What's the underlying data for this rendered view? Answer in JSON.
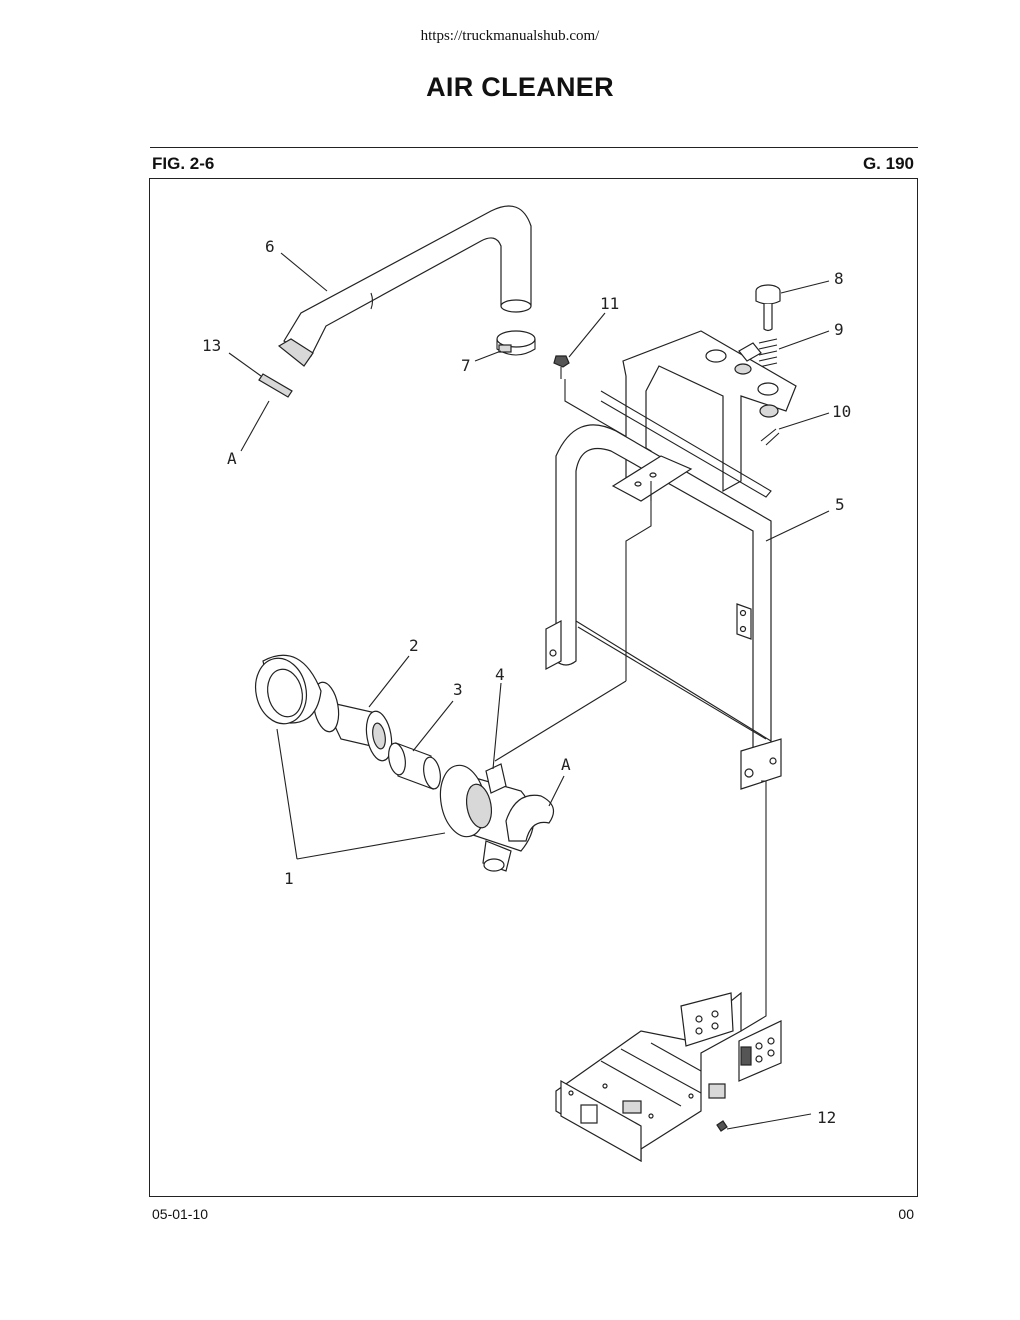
{
  "header": {
    "url": "https://truckmanualshub.com/",
    "title": "AIR CLEANER"
  },
  "figure": {
    "fig_label": "FIG. 2-6",
    "group_label": "G. 190"
  },
  "callouts": {
    "c1": "1",
    "c2": "2",
    "c3": "3",
    "c4": "4",
    "c5": "5",
    "c6": "6",
    "c7": "7",
    "c8": "8",
    "c9": "9",
    "c10": "10",
    "c11": "11",
    "c12": "12",
    "c13": "13",
    "cA1": "A",
    "cA2": "A"
  },
  "footer": {
    "date": "05-01-10",
    "revision": "00"
  }
}
